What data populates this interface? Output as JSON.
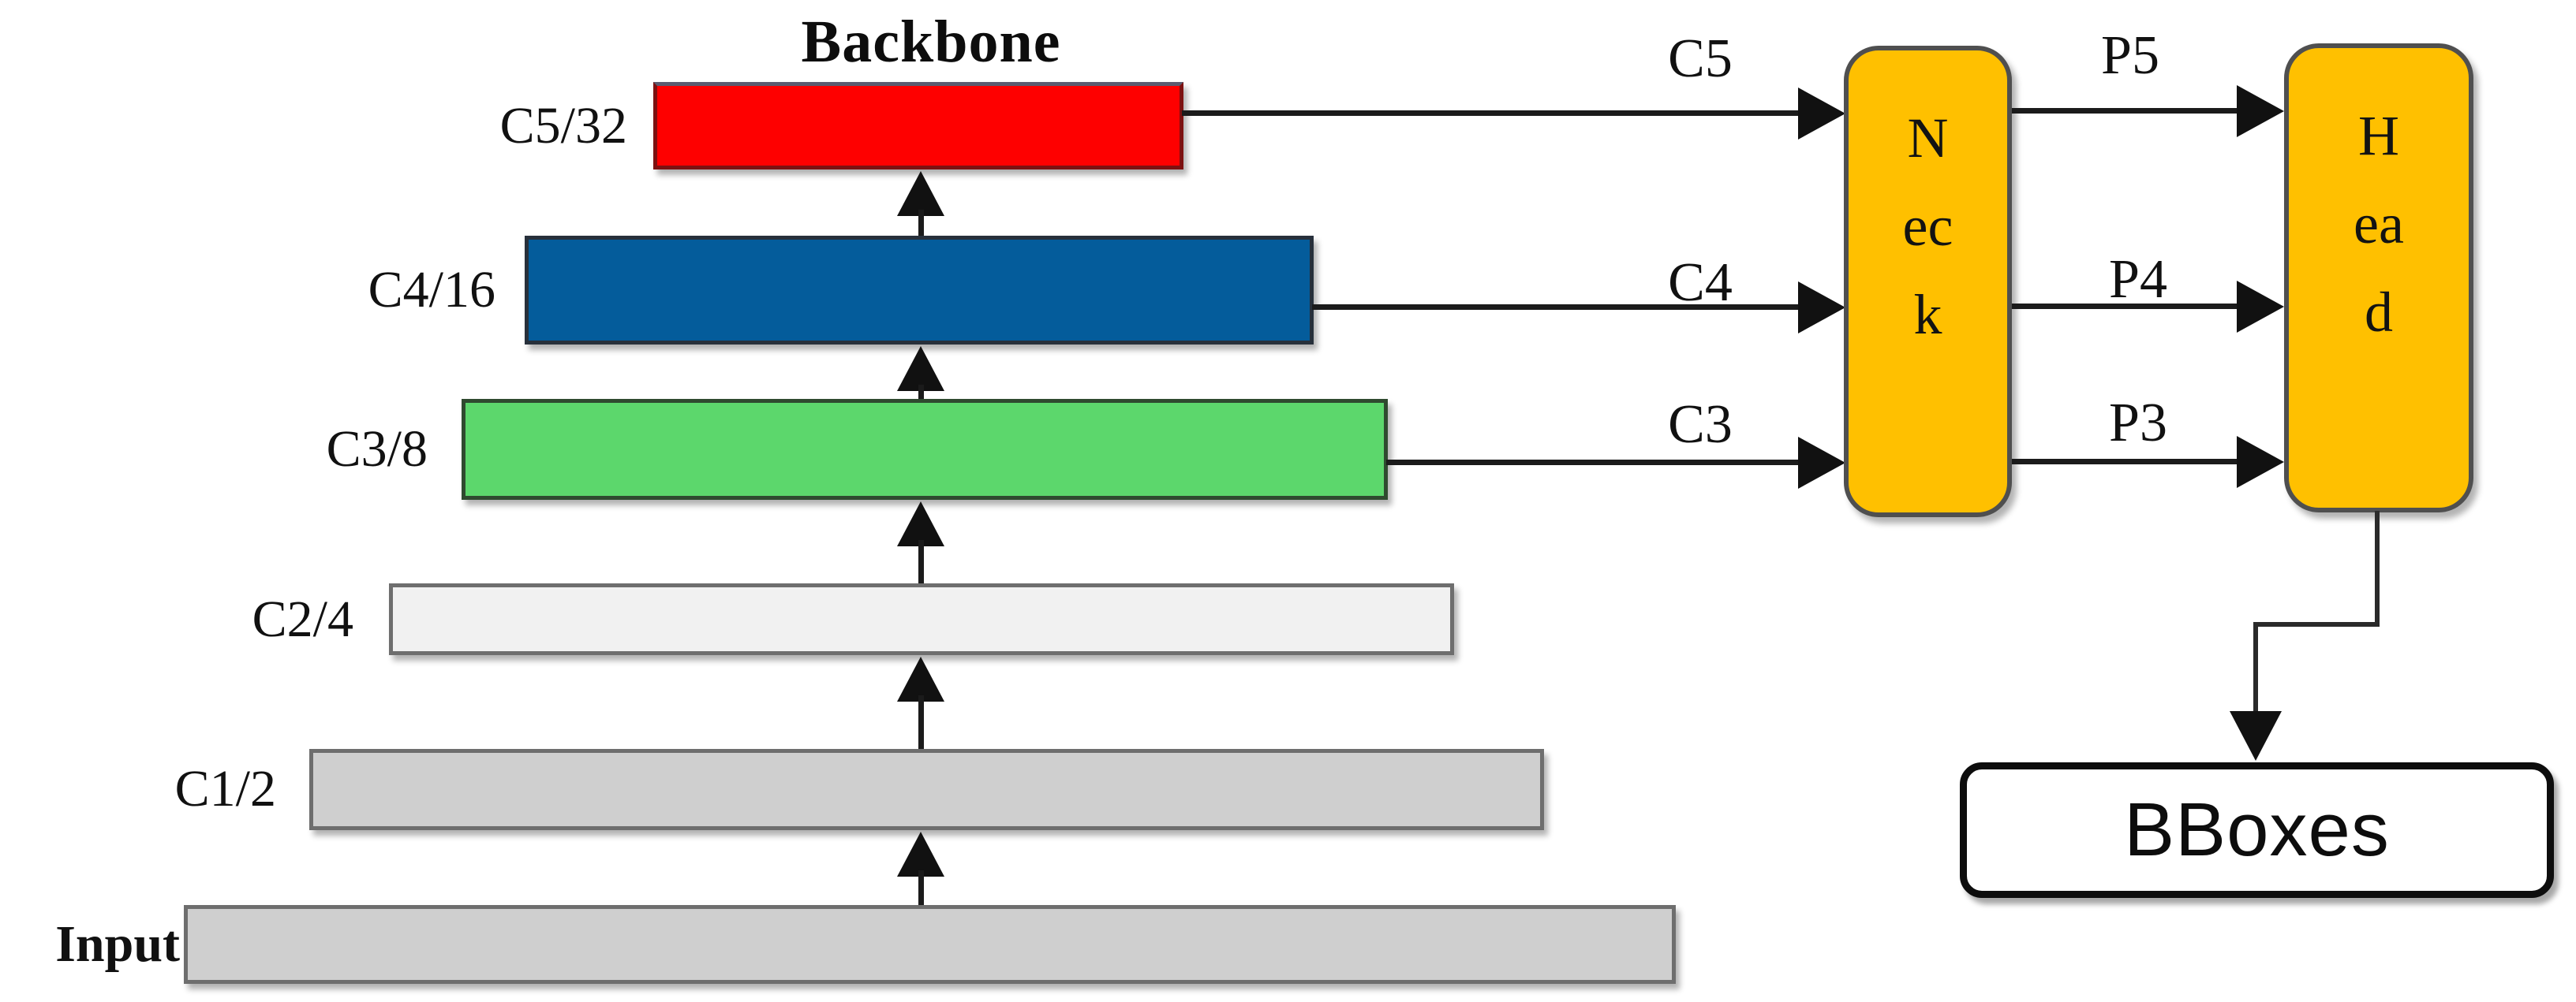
{
  "diagram": {
    "title": "Backbone",
    "bars": [
      {
        "id": "c5",
        "label": "C5/32",
        "color": "#fe0000"
      },
      {
        "id": "c4",
        "label": "C4/16",
        "color": "#045c9b"
      },
      {
        "id": "c3",
        "label": "C3/8",
        "color": "#5cd76c"
      },
      {
        "id": "c2",
        "label": "C2/4",
        "color": "#f1f1f1"
      },
      {
        "id": "c1",
        "label": "C1/2",
        "color": "#cfcfcf"
      },
      {
        "id": "input",
        "label": "Input",
        "color": "#cfcfcf"
      }
    ],
    "feature_arrows": [
      {
        "id": "c5",
        "label": "C5"
      },
      {
        "id": "c4",
        "label": "C4"
      },
      {
        "id": "c3",
        "label": "C3"
      }
    ],
    "pyramid_arrows": [
      {
        "id": "p5",
        "label": "P5"
      },
      {
        "id": "p4",
        "label": "P4"
      },
      {
        "id": "p3",
        "label": "P3"
      }
    ],
    "neck": {
      "label": "Neck",
      "color": "#ffc000"
    },
    "head": {
      "label": "Head",
      "color": "#ffc000"
    },
    "output": {
      "label": "BBoxes",
      "color": "#ffffff"
    }
  }
}
